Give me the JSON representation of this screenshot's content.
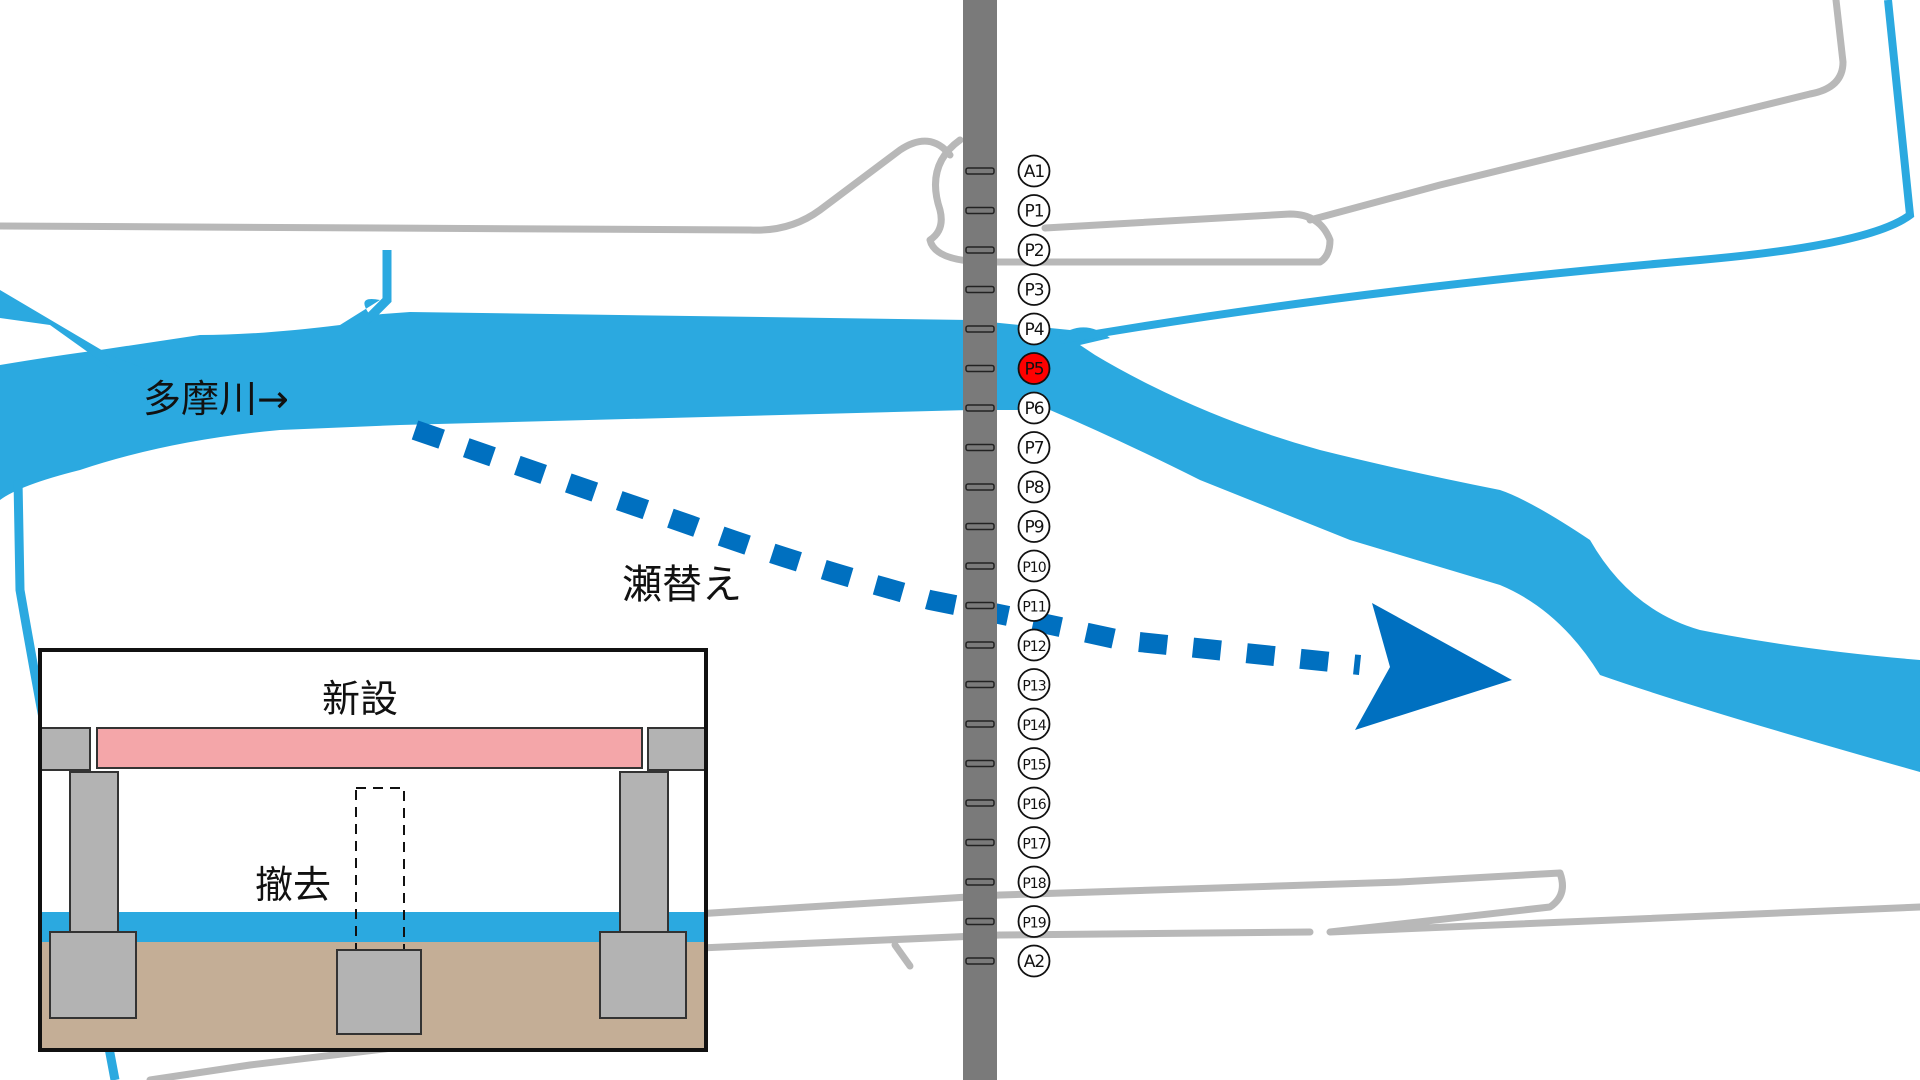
{
  "labels": {
    "river_name": "多摩川→",
    "diversion": "瀬替え",
    "new_construction": "新設",
    "removal": "撤去"
  },
  "piers": [
    "A1",
    "P1",
    "P2",
    "P3",
    "P4",
    "P5",
    "P6",
    "P7",
    "P8",
    "P9",
    "P10",
    "P11",
    "P12",
    "P13",
    "P14",
    "P15",
    "P16",
    "P17",
    "P18",
    "P19",
    "A2"
  ],
  "highlight_pier": "P5",
  "colors": {
    "river": "#2ba9e0",
    "road": "#b8b8b8",
    "bridge": "#7a7a7a",
    "diversion_arrow": "#0070c0",
    "highlight": "#ff0000",
    "new_deck": "#f4a6a9",
    "pier_gray": "#b3b3b3",
    "ground": "#c4ae96"
  }
}
